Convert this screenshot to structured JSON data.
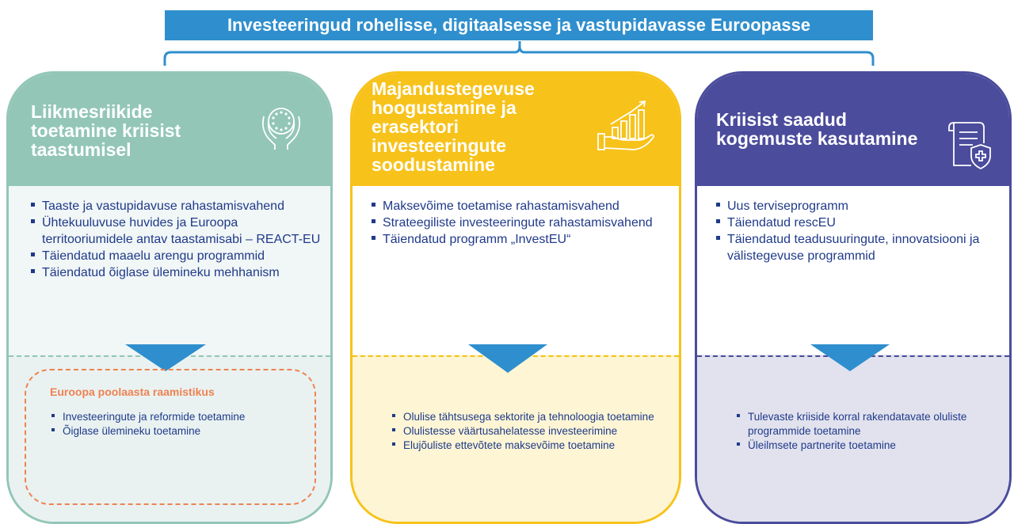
{
  "banner": {
    "title": "Investeeringud rohelisse, digitaalsesse ja vastupidavasse Euroopasse"
  },
  "pillars": [
    {
      "title": "Liikmesriikide toetamine kriisist taastumisel",
      "icon": "eu-stars-hands-icon",
      "color": "#93c6b7",
      "items": [
        "Taaste ja vastupidavuse rahastamisvahend",
        "Ühtekuuluvuse huvides ja Euroopa territooriumidele antav taastamisabi – REACT-EU",
        "Täiendatud maaelu arengu programmid",
        "Täiendatud õiglase ülemineku mehhanism"
      ],
      "frame_title": "Euroopa poolaasta raamistikus",
      "sub_items": [
        "Investeeringute ja reformide toetamine",
        "Õiglase ülemineku toetamine"
      ]
    },
    {
      "title": "Majandustegevuse hoogustamine ja erasektori investeeringute soodustamine",
      "icon": "hand-growth-chart-icon",
      "color": "#f7c21a",
      "items": [
        "Maksevõime toetamise rahastamisvahend",
        "Strateegiliste investeeringute rahastamisvahend",
        "Täiendatud programm „InvestEU“"
      ],
      "sub_items": [
        "Olulise tähtsusega sektorite ja tehnoloogia toetamine",
        "Olulistesse väärtusahelatesse investeerimine",
        "Elujõuliste ettevõtete maksevõime toetamine"
      ]
    },
    {
      "title": "Kriisist saadud kogemuste kasutamine",
      "icon": "document-health-shield-icon",
      "color": "#4b4c9c",
      "items": [
        "Uus terviseprogramm",
        "Täiendatud rescEU",
        "Täiendatud teadusuuringute, innovatsiooni ja välistegevuse programmid"
      ],
      "sub_items": [
        "Tulevaste kriiside korral rakendatavate oluliste programmide toetamine",
        "Üleilmsete partnerite toetamine"
      ]
    }
  ],
  "accent_color": "#2f8fce"
}
